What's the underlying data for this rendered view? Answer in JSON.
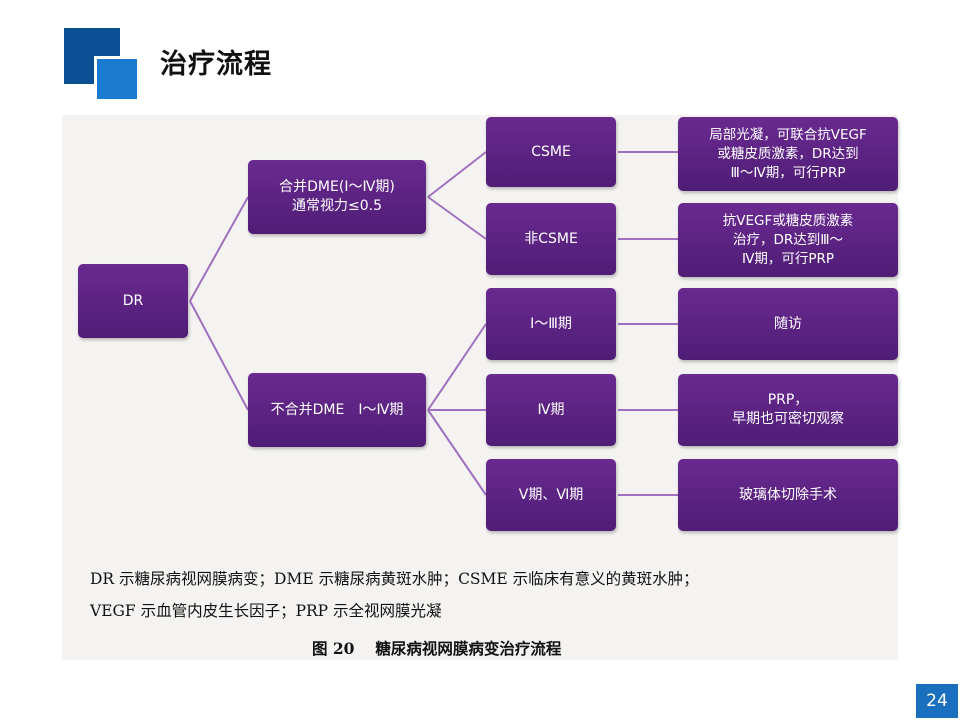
{
  "slide": {
    "title": "治疗流程",
    "page_number": "24"
  },
  "diagram": {
    "nodes": {
      "dr": "DR",
      "dme": "合并DME(Ⅰ～Ⅳ期)\n通常视力≤0.5",
      "no_dme": "不合并DME　Ⅰ～Ⅳ期",
      "csme": "CSME",
      "non_csme": "非CSME",
      "stage_1_3": "Ⅰ～Ⅲ期",
      "stage_4": "Ⅳ期",
      "stage_5_6": "Ⅴ期、Ⅵ期",
      "tx_csme": "局部光凝，可联合抗VEGF\n或糖皮质激素，DR达到\nⅢ～Ⅳ期，可行PRP",
      "tx_non_csme": "抗VEGF或糖皮质激素\n治疗，DR达到Ⅲ～\nⅣ期，可行PRP",
      "tx_stage_1_3": "随访",
      "tx_stage_4": "PRP，\n早期也可密切观察",
      "tx_stage_5_6": "玻璃体切除手术"
    },
    "edge_color": "#a070c0",
    "node_color": "#5a2282"
  },
  "caption": {
    "line1": "DR 示糖尿病视网膜病变；DME 示糖尿病黄斑水肿；CSME 示临床有意义的黄斑水肿；",
    "line2": "VEGF 示血管内皮生长因子；PRP 示全视网膜光凝",
    "figure_title": "图 20　 糖尿病视网膜病变治疗流程"
  }
}
